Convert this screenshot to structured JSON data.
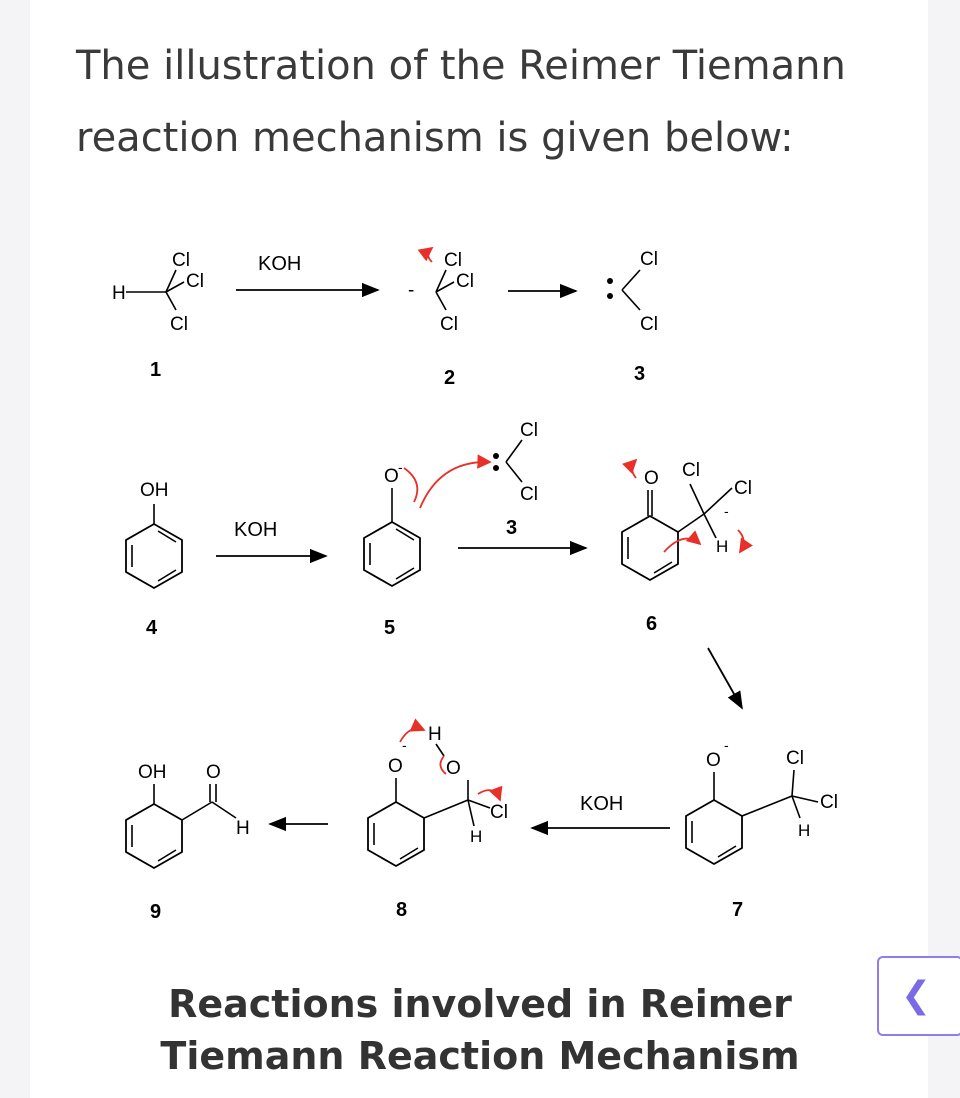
{
  "intro_text": "The illustration of the Reimer Tiemann reaction mechanism is given below:",
  "caption": "Reactions involved in Reimer Tiemann Reaction Mechanism",
  "back_button_icon": "chevron-left-icon",
  "accent_color": "#8e7cf0",
  "arrow_color": "#e8302a",
  "diagram": {
    "reagent": "KOH",
    "atoms": {
      "cl": "Cl",
      "h": "H",
      "o": "O",
      "oh": "OH",
      "minus": "-"
    },
    "compounds": [
      "1",
      "2",
      "3",
      "4",
      "5",
      "6",
      "7",
      "8",
      "9"
    ]
  }
}
